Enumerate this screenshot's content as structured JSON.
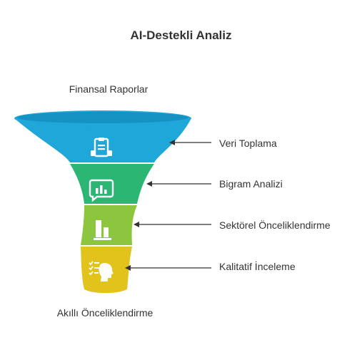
{
  "title": "AI-Destekli Analiz",
  "input_label": "Finansal Raporlar",
  "output_label": "Akıllı Önceliklendirme",
  "stages": [
    {
      "label": "Veri Toplama",
      "color": "#1ea7d8",
      "icon": "clipboard-icon"
    },
    {
      "label": "Bigram Analizi",
      "color": "#2bb673",
      "icon": "chat-chart-icon"
    },
    {
      "label": "Sektörel Önceliklendirme",
      "color": "#8cc63f",
      "icon": "bar-chart-icon"
    },
    {
      "label": "Kalitatif İnceleme",
      "color": "#e2c31b",
      "icon": "checklist-person-icon"
    }
  ]
}
